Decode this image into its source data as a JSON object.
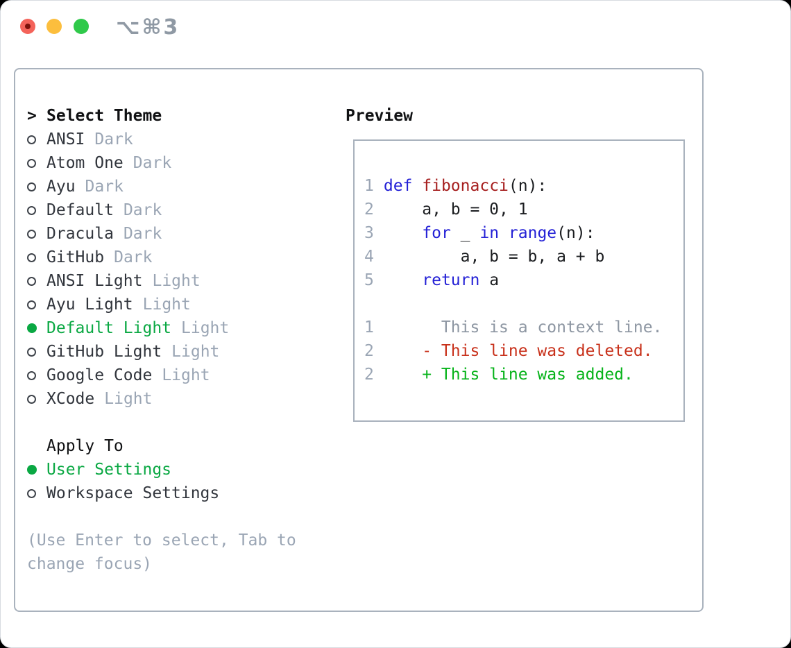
{
  "window": {
    "title": "⌥⌘3"
  },
  "theme_list": {
    "caret": ">",
    "header": "Select Theme",
    "items": [
      {
        "name": "ANSI",
        "variant": "Dark",
        "selected": false
      },
      {
        "name": "Atom One",
        "variant": "Dark",
        "selected": false
      },
      {
        "name": "Ayu",
        "variant": "Dark",
        "selected": false
      },
      {
        "name": "Default",
        "variant": "Dark",
        "selected": false
      },
      {
        "name": "Dracula",
        "variant": "Dark",
        "selected": false
      },
      {
        "name": "GitHub",
        "variant": "Dark",
        "selected": false
      },
      {
        "name": "ANSI Light",
        "variant": "Light",
        "selected": false
      },
      {
        "name": "Ayu Light",
        "variant": "Light",
        "selected": false
      },
      {
        "name": "Default Light",
        "variant": "Light",
        "selected": true
      },
      {
        "name": "GitHub Light",
        "variant": "Light",
        "selected": false
      },
      {
        "name": "Google Code",
        "variant": "Light",
        "selected": false
      },
      {
        "name": "XCode",
        "variant": "Light",
        "selected": false
      }
    ]
  },
  "apply_to": {
    "header": "Apply To",
    "options": [
      {
        "label": "User Settings",
        "selected": true
      },
      {
        "label": "Workspace Settings",
        "selected": false
      }
    ]
  },
  "help": {
    "line1": "(Use Enter to select, Tab to",
    "line2": "change focus)"
  },
  "preview": {
    "header": "Preview",
    "lines": [
      {
        "num": "1",
        "segs": [
          [
            " ",
            "p"
          ],
          [
            "def",
            "k"
          ],
          [
            " ",
            "p"
          ],
          [
            "fibonacci",
            "f"
          ],
          [
            "(n):",
            "p"
          ]
        ]
      },
      {
        "num": "2",
        "segs": [
          [
            "     a, b = 0, 1",
            "p"
          ]
        ]
      },
      {
        "num": "3",
        "segs": [
          [
            "     ",
            "p"
          ],
          [
            "for",
            "k"
          ],
          [
            " _ ",
            "p"
          ],
          [
            "in",
            "k"
          ],
          [
            " ",
            "p"
          ],
          [
            "range",
            "k"
          ],
          [
            "(n):",
            "p"
          ]
        ]
      },
      {
        "num": "4",
        "segs": [
          [
            "         a, b = b, a + b",
            "p"
          ]
        ]
      },
      {
        "num": "5",
        "segs": [
          [
            "     ",
            "p"
          ],
          [
            "return",
            "k"
          ],
          [
            " a",
            "p"
          ]
        ]
      },
      {
        "num": "",
        "segs": []
      },
      {
        "num": "1",
        "segs": [
          [
            "       This is a context line.",
            "c"
          ]
        ]
      },
      {
        "num": "2",
        "segs": [
          [
            "     - This line was deleted.",
            "d"
          ]
        ]
      },
      {
        "num": "2",
        "segs": [
          [
            "     + This line was added.",
            "a"
          ]
        ]
      }
    ]
  },
  "colors": {
    "accent_green": "#0aa843",
    "keyword_blue": "#2421d6",
    "function_red": "#a61f1f",
    "diff_deleted": "#c8311b",
    "diff_added": "#06b31a",
    "diff_context": "#8d96a2",
    "muted_gray": "#9aa5b4",
    "panel_border": "#a9b2bd",
    "traffic_red": "#f4635a",
    "traffic_yellow": "#fcbe3d",
    "traffic_green": "#2fc94a"
  }
}
